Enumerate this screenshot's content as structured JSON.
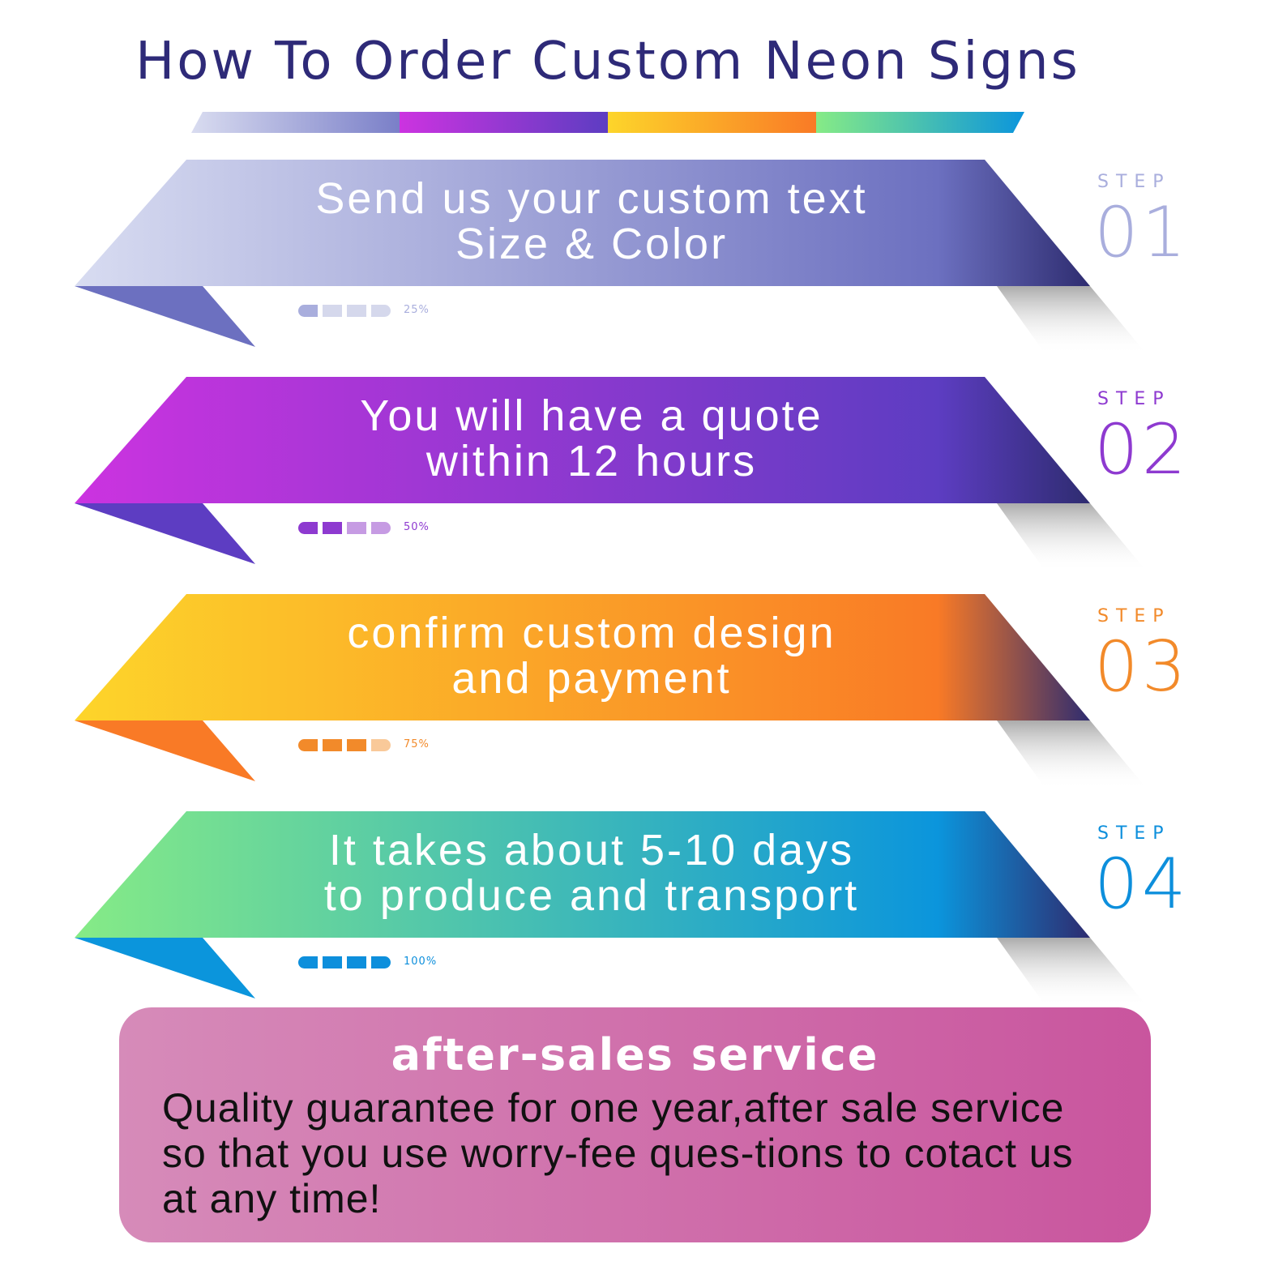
{
  "title": "How To Order Custom Neon Signs",
  "steps": [
    {
      "label": "STEP",
      "number": "01",
      "line1": "Send us your custom text",
      "line2": "Size & Color",
      "progress": "25%",
      "filled": 1,
      "color": "#a9aedd",
      "light": "#d5d8ec",
      "g1": "#d8dcf1",
      "g2": "#6c70c0"
    },
    {
      "label": "STEP",
      "number": "02",
      "line1": "You will have a quote",
      "line2": "within 12 hours",
      "progress": "50%",
      "filled": 2,
      "color": "#8e3ad0",
      "light": "#c69be3",
      "g1": "#cc33e0",
      "g2": "#5d3dc2"
    },
    {
      "label": "STEP",
      "number": "03",
      "line1": "confirm custom design",
      "line2": "and payment",
      "progress": "75%",
      "filled": 3,
      "color": "#f28a2a",
      "light": "#f9c999",
      "g1": "#fdd52a",
      "g2": "#f97a26"
    },
    {
      "label": "STEP",
      "number": "04",
      "line1": "It takes about 5-10 days",
      "line2": "to produce and transport",
      "progress": "100%",
      "filled": 4,
      "color": "#0d8fdc",
      "light": "#0d8fdc",
      "g1": "#86eb86",
      "g2": "#0b95dc"
    }
  ],
  "after_sales": {
    "title": "after-sales service",
    "body": "Quality guarantee for one year,after sale service so that you use worry-fee ques-tions to cotact us at any time!"
  }
}
